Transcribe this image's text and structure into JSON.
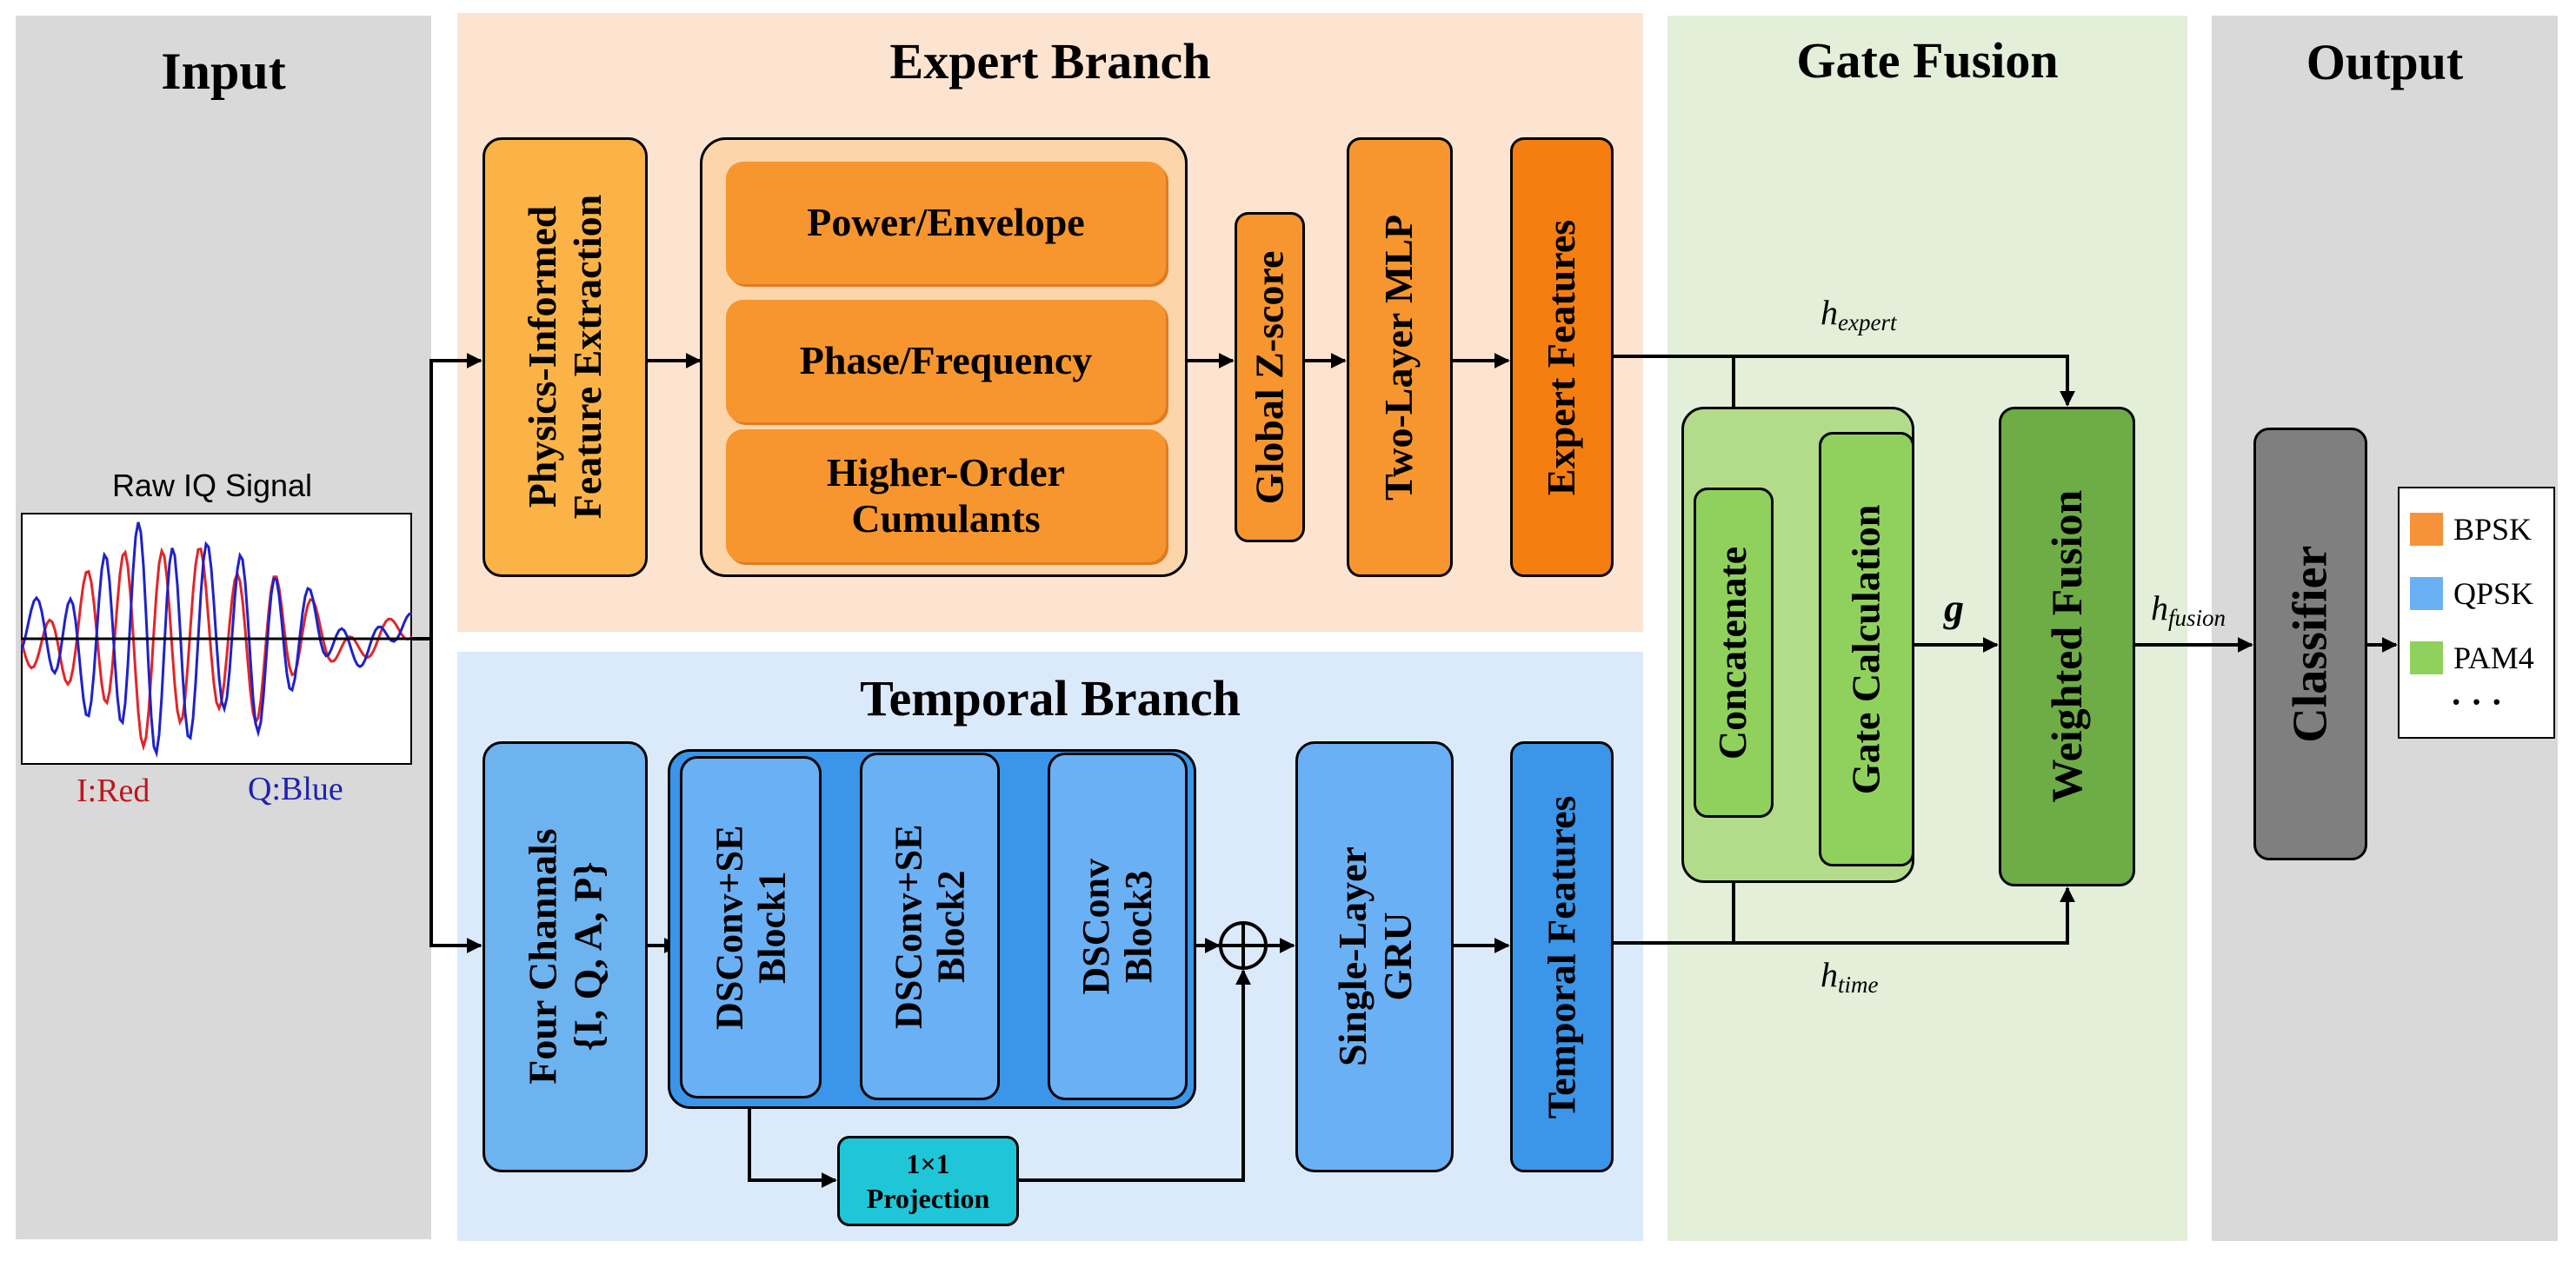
{
  "sections": {
    "input": "Input",
    "expert": "Expert Branch",
    "temporal": "Temporal Branch",
    "gate": "Gate Fusion",
    "output": "Output"
  },
  "signal": {
    "title": "Raw IQ Signal",
    "i_label": "I:Red",
    "q_label": "Q:Blue",
    "i_color": "#e0262a",
    "q_color": "#1f22c8"
  },
  "expert": {
    "feature_extraction": [
      "Physics-Informed",
      "Feature Extraction"
    ],
    "features": [
      "Power/Envelope",
      "Phase/Frequency",
      "Higher-Order Cumulants"
    ],
    "zscore": "Global Z-score",
    "mlp": "Two-Layer MLP",
    "output": "Expert Features"
  },
  "temporal": {
    "channels": [
      "Four Channals",
      "{I, Q, A, P}"
    ],
    "block1": [
      "DSConv+SE",
      "Block1"
    ],
    "block2": [
      "DSConv+SE",
      "Block2"
    ],
    "block3": [
      "DSConv",
      "Block3"
    ],
    "projection": [
      "1×1",
      "Projection"
    ],
    "gru": [
      "Single-Layer",
      "GRU"
    ],
    "output": "Temporal Features"
  },
  "gate": {
    "concatenate": "Concatenate",
    "gate_calc": "Gate Calculation",
    "weighted": "Weighted Fusion",
    "g_label": "g",
    "h_expert": {
      "h": "h",
      "sub": "expert"
    },
    "h_time": {
      "h": "h",
      "sub": "time"
    },
    "h_fusion": {
      "h": "h",
      "sub": "fusion"
    }
  },
  "output": {
    "classifier": "Classifier",
    "classes": [
      {
        "name": "BPSK",
        "color": "#f5923a"
      },
      {
        "name": "QPSK",
        "color": "#6ab0f5"
      },
      {
        "name": "PAM4",
        "color": "#8fd15c"
      }
    ],
    "more": "· · ·"
  },
  "colors": {
    "input_bg": "#d9d9d9",
    "expert_bg": "#fce4d0",
    "temporal_bg": "#dbeafb",
    "gate_bg": "#e3efd9",
    "output_bg": "#d9d9d9"
  }
}
